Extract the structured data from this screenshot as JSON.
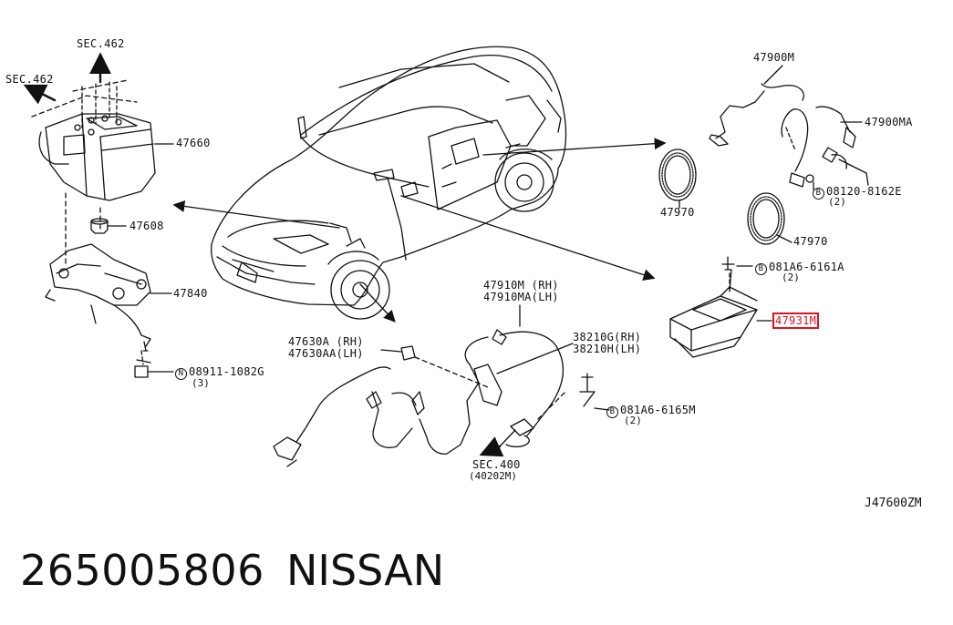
{
  "parts": {
    "sec462_top": "SEC.462",
    "sec462_left": "SEC.462",
    "p47660": "47660",
    "p47608": "47608",
    "p47840": "47840",
    "p08911": "08911-1082G",
    "p08911_qty": "(3)",
    "p47900m": "47900M",
    "p47900ma": "47900MA",
    "p08120": "08120-8162E",
    "p08120_qty": "(2)",
    "p47970_a": "47970",
    "p47970_b": "47970",
    "p081a6_6161a": "081A6-6161A",
    "p081a6_6161a_qty": "(2)",
    "p47931m": "47931M",
    "p47910m": "47910M (RH)",
    "p47910ma": "47910MA(LH)",
    "p47630a": "47630A (RH)",
    "p47630aa": "47630AA(LH)",
    "p38210g": "38210G(RH)",
    "p38210h": "38210H(LH)",
    "p081a6_6165m": "081A6-6165M",
    "p081a6_6165m_qty": "(2)",
    "sec400": "SEC.400",
    "sec400_sub": "(40202M)"
  },
  "markers": {
    "n": "N",
    "b": "B"
  },
  "diagram_id": "J47600ZM",
  "footer": {
    "part_number": "265005806",
    "brand": "NISSAN"
  },
  "highlight_color": "#e01020"
}
